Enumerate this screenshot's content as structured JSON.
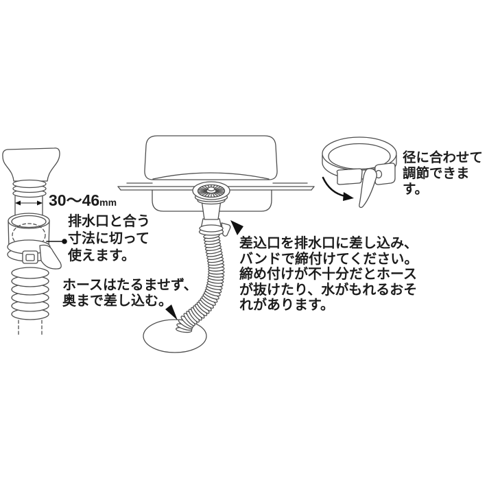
{
  "labels": {
    "dimension_value": "30〜46",
    "dimension_unit": "mm",
    "cut_note": "排水口と合う\n寸法に切って\n使えます。",
    "hose_insert_note": "ホースはたるませず、\n奥まで差し込む。",
    "insert_band_note": "差込口を排水口に差し込み、\nバンドで締付けてください。\n締め付けが不十分だとホース\nが抜けたり、水がもれるおそ\nれがあります。",
    "band_adjust_note": "径に合わせて\n調節できます。"
  },
  "colors": {
    "background": "#ffffff",
    "line": "#4d4d4d",
    "text": "#1c1c1c",
    "arrow": "#111111"
  }
}
